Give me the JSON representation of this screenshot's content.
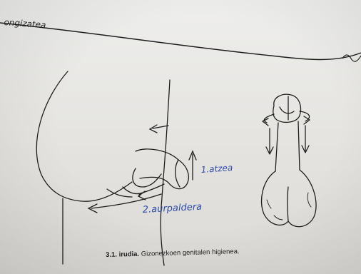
{
  "header": {
    "chapter_fragment": "ongizatea"
  },
  "figure": {
    "annotation_1": "1.atzea",
    "annotation_2": "2.aurpaldera",
    "caption_number": "3.1. irudia.",
    "caption_text": "Gizonezkoen genitalen higienea."
  },
  "colors": {
    "paper": "#e9e8e5",
    "ink": "#1e1e1e",
    "handwriting": "#2d4aa8"
  }
}
